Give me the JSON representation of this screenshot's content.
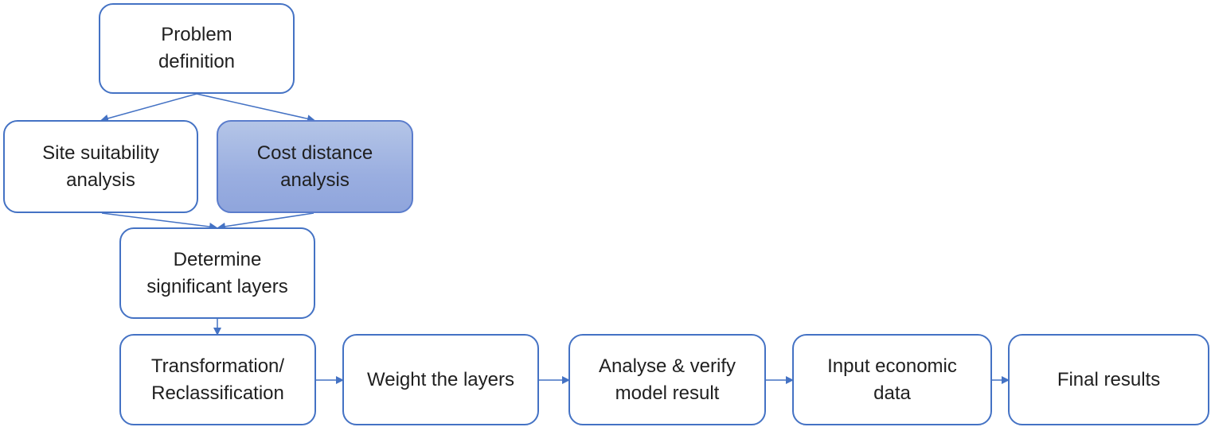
{
  "diagram": {
    "nodes": [
      {
        "id": "problem-definition",
        "label": "Problem\ndefinition",
        "highlighted": false
      },
      {
        "id": "site-suitability",
        "label": "Site suitability\nanalysis",
        "highlighted": false
      },
      {
        "id": "cost-distance",
        "label": "Cost distance\nanalysis",
        "highlighted": true
      },
      {
        "id": "determine-layers",
        "label": "Determine\nsignificant layers",
        "highlighted": false
      },
      {
        "id": "transformation",
        "label": "Transformation/\nReclassification",
        "highlighted": false
      },
      {
        "id": "weight-layers",
        "label": "Weight the layers",
        "highlighted": false
      },
      {
        "id": "analyse-verify",
        "label": "Analyse & verify\nmodel result",
        "highlighted": false
      },
      {
        "id": "input-economic",
        "label": "Input economic\ndata",
        "highlighted": false
      },
      {
        "id": "final-results",
        "label": "Final results",
        "highlighted": false
      }
    ],
    "edges": [
      {
        "from": "problem-definition",
        "to": "site-suitability"
      },
      {
        "from": "problem-definition",
        "to": "cost-distance"
      },
      {
        "from": "site-suitability",
        "to": "determine-layers"
      },
      {
        "from": "cost-distance",
        "to": "determine-layers"
      },
      {
        "from": "determine-layers",
        "to": "transformation"
      },
      {
        "from": "transformation",
        "to": "weight-layers"
      },
      {
        "from": "weight-layers",
        "to": "analyse-verify"
      },
      {
        "from": "analyse-verify",
        "to": "input-economic"
      },
      {
        "from": "input-economic",
        "to": "final-results"
      }
    ],
    "colors": {
      "border": "#4472c4",
      "connector": "#4472c4",
      "highlight_fill": "#9aaee0",
      "text": "#1f1f1f"
    }
  }
}
